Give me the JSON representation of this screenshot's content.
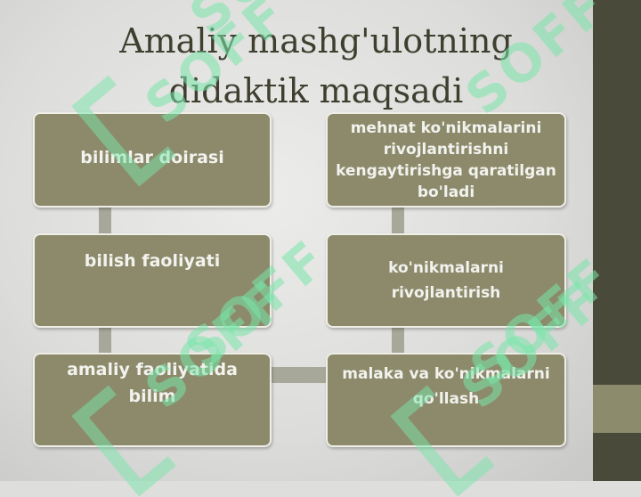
{
  "title": {
    "line1": "Amaliy mashg'ulotning",
    "line2": "didaktik maqsadi"
  },
  "nodes": {
    "left_top": "bilimlar doirasi",
    "left_mid": "bilish faoliyati",
    "left_bottom": [
      "amaliy faoliyatida",
      "bilim"
    ],
    "right_top": [
      "mehnat ko'nikmalarini",
      "rivojlantirishni",
      "kengaytirishga qaratilgan",
      "bo'ladi"
    ],
    "right_mid": [
      "ko'nikmalarni",
      "rivojlantirish"
    ],
    "right_bottom": [
      "malaka va ko'nikmalarni",
      "qo'llash"
    ]
  },
  "watermark": "SOFF",
  "colors": {
    "node_fill": "#8c8a6b",
    "title_text": "#3f3f30",
    "side_band": "#4a4a3a",
    "watermark": "#78e6aa"
  }
}
